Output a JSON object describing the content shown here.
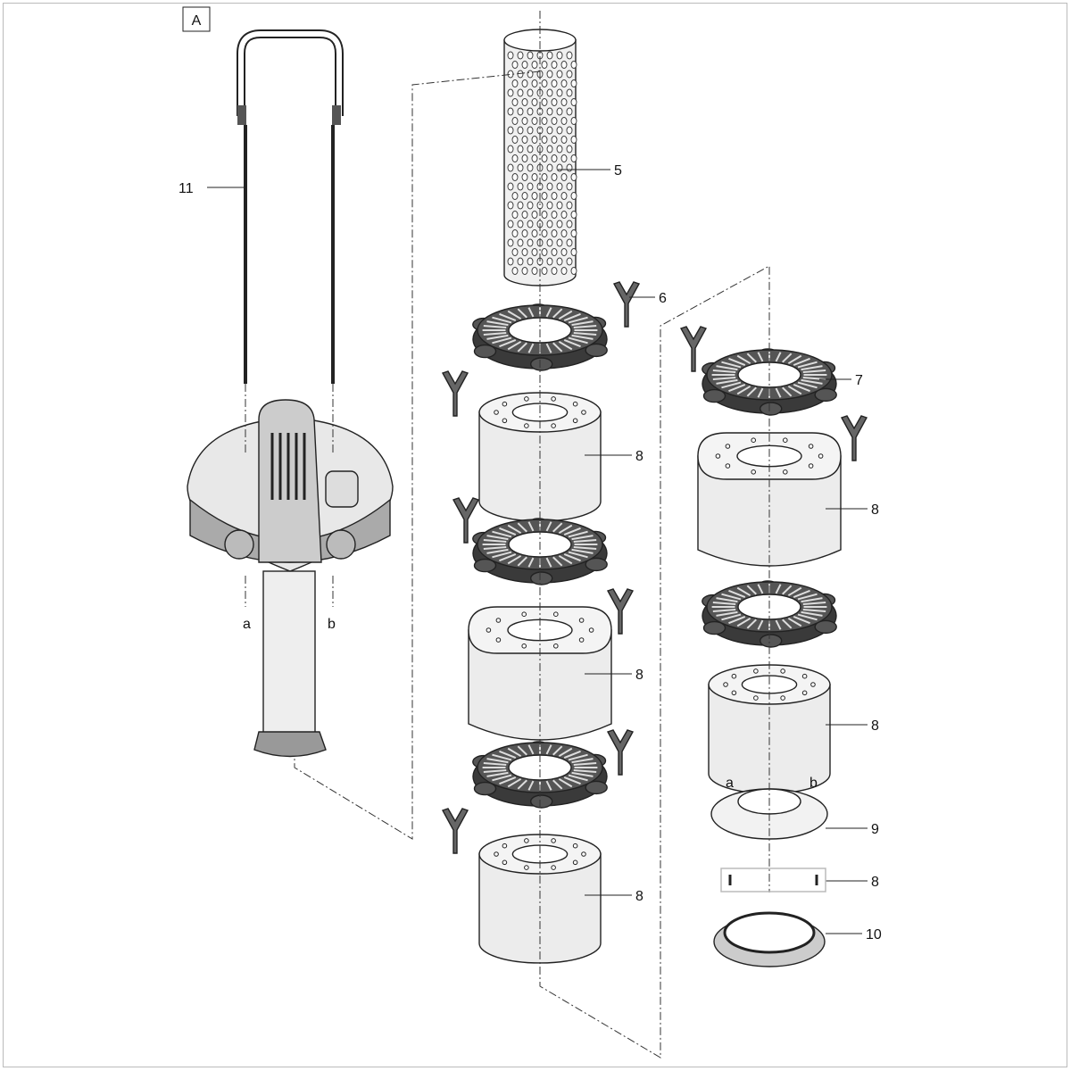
{
  "panel_label": "A",
  "callouts": {
    "c11": "11",
    "c5": "5",
    "c6": "6",
    "c7": "7",
    "c8a": "8",
    "c8b": "8",
    "c8c": "8",
    "c8d": "8",
    "c8e": "8",
    "c8f": "8",
    "c9": "9",
    "c10": "10",
    "a1": "a",
    "b1": "b",
    "a2": "a",
    "b2": "b"
  },
  "colors": {
    "line": "#222222",
    "foam": "#ececec",
    "ring": "#3a3a3a",
    "frame": "#bbbbbb"
  }
}
